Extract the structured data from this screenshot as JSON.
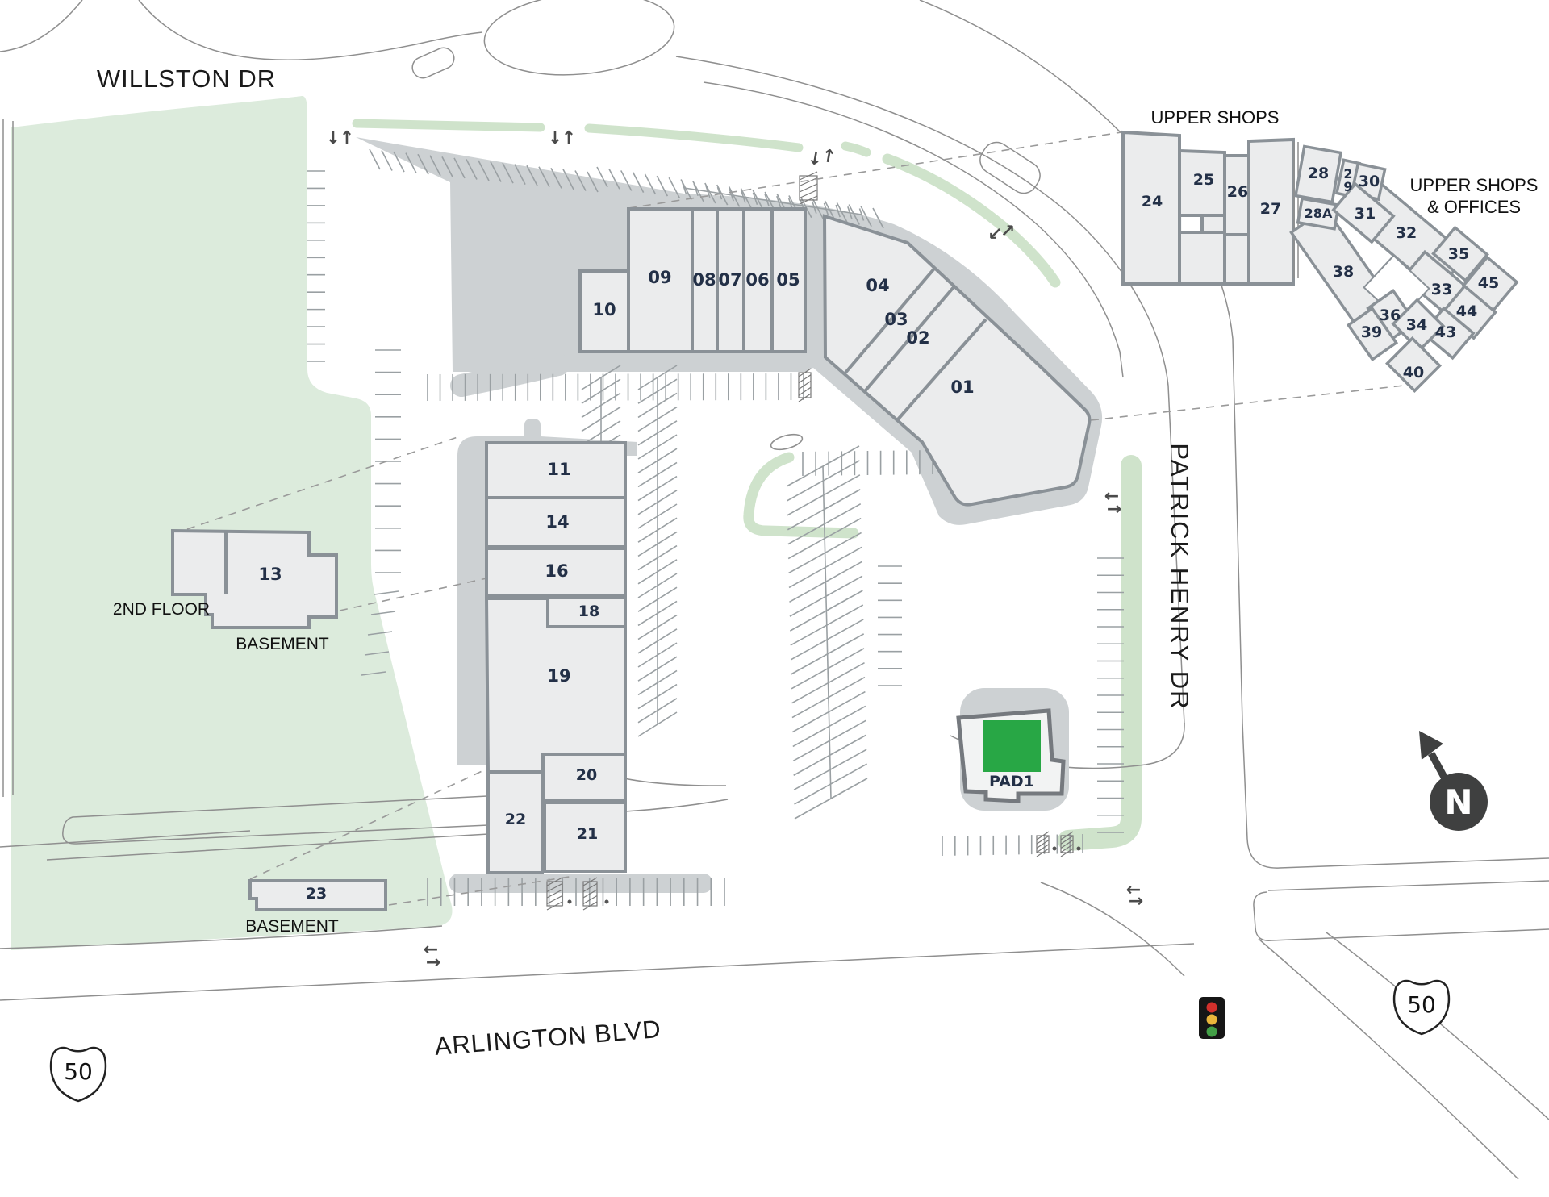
{
  "streets": {
    "willston": "WILLSTON DR",
    "arlington": "ARLINGTON BLVD",
    "patrick_henry": "PATRICK HENRY DR"
  },
  "area_labels": {
    "upper_shops": "UPPER SHOPS",
    "upper_shops_offices_line1": "UPPER SHOPS",
    "upper_shops_offices_line2": "& OFFICES",
    "second_floor": "2ND FLOOR",
    "basement_13": "BASEMENT",
    "basement_23": "BASEMENT"
  },
  "units": {
    "01": "01",
    "02": "02",
    "03": "03",
    "04": "04",
    "05": "05",
    "06": "06",
    "07": "07",
    "08": "08",
    "09": "09",
    "10": "10",
    "11": "11",
    "13": "13",
    "14": "14",
    "16": "16",
    "18": "18",
    "19": "19",
    "20": "20",
    "21": "21",
    "22": "22",
    "23": "23",
    "24": "24",
    "25": "25",
    "26": "26",
    "27": "27",
    "28": "28",
    "28A": "28A",
    "29a": "2",
    "29b": "9",
    "30": "30",
    "31": "31",
    "32": "32",
    "33": "33",
    "34": "34",
    "35": "35",
    "36": "36",
    "38": "38",
    "39": "39",
    "40": "40",
    "43": "43",
    "44": "44",
    "45": "45"
  },
  "pad": {
    "label": "PAD1"
  },
  "markers": {
    "north": "N",
    "route_shield_left": "50",
    "route_shield_right": "50",
    "traffic_light": {
      "red": "#d2302c",
      "yellow": "#e9b63b",
      "green": "#43a047"
    }
  },
  "icons": {
    "arrow_down": "↓",
    "arrow_up": "↑",
    "arrow_left": "←",
    "arrow_right": "→"
  },
  "colors": {
    "green_area": "#dcebdc",
    "green_strip": "#cfe3cb",
    "plaza": "#cdd1d3",
    "building_fill": "#ebeced",
    "building_stroke": "#8a9197",
    "unit_label": "#233047",
    "pad_green": "#28a745",
    "road_line": "#8f8f8f",
    "north_badge": "#3f4040"
  }
}
